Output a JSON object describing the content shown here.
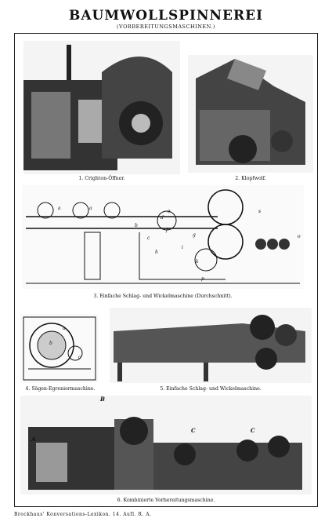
{
  "title": "BAUMWOLLSPINNEREI",
  "subtitle": "(VORBEREITUNGSMASCHINEN.)",
  "figures": [
    {
      "caption": "1. Crighton-Öffner."
    },
    {
      "caption": "2. Klopfwolf."
    },
    {
      "caption": "3. Einfache Schlag- und Wickelmaschine (Durchschnitt)."
    },
    {
      "caption": "4. Sägen-Egreniermaschine."
    },
    {
      "caption": "5. Einfache Schlag- und Wickelmaschine."
    },
    {
      "caption": "6. Kombinierte Vorbereitungsmaschine."
    }
  ],
  "labels": {
    "fig3": [
      "a",
      "a",
      "b",
      "c",
      "d",
      "e",
      "f",
      "g",
      "h",
      "i",
      "k",
      "o",
      "p",
      "s"
    ],
    "fig4": [
      "a",
      "b",
      "c"
    ],
    "fig6": [
      "A",
      "B",
      "C",
      "C"
    ]
  },
  "footer": "Brockhaus' Konversations-Lexikon. 14. Aufl. R. A."
}
